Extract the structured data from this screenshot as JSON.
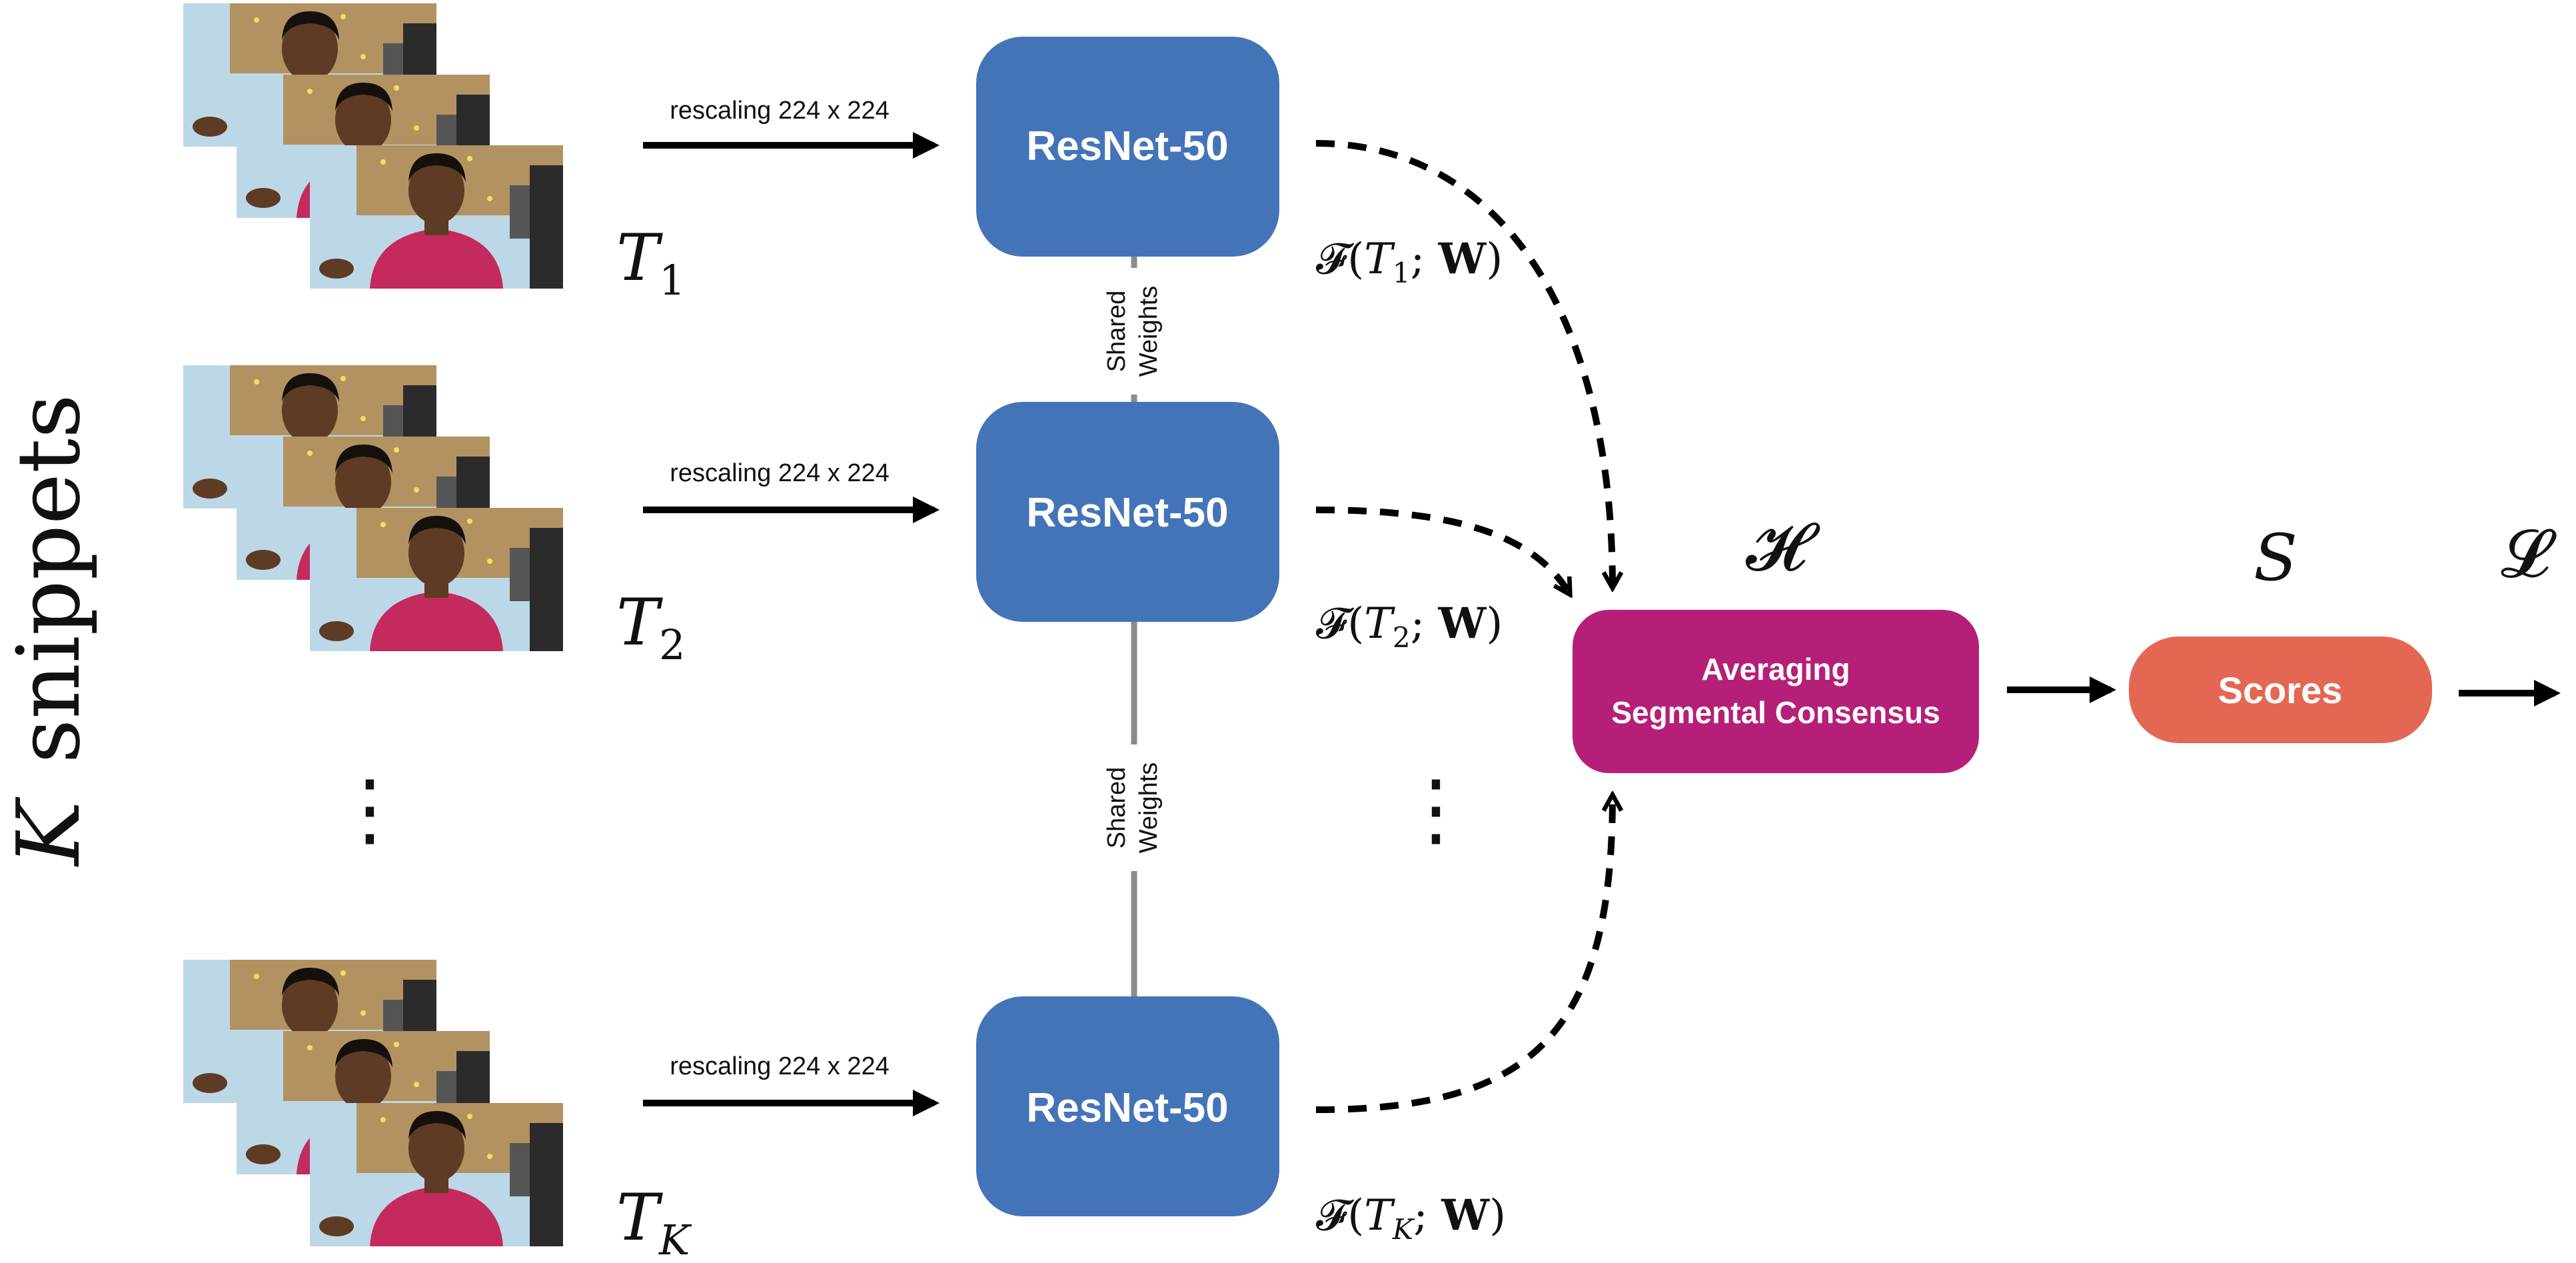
{
  "side_label": {
    "var": "K",
    "text": "snippets"
  },
  "rows": [
    {
      "rescale_label": "rescaling 224 x 224",
      "snippet": "T",
      "snippet_sub": "1",
      "network": "ResNet-50",
      "feature": {
        "fn": "𝓕(",
        "var": "T",
        "sub": "1",
        "rest": "; ",
        "weights": "W",
        "close": ")"
      }
    },
    {
      "rescale_label": "rescaling 224 x 224",
      "snippet": "T",
      "snippet_sub": "2",
      "network": "ResNet-50",
      "feature": {
        "fn": "𝓕(",
        "var": "T",
        "sub": "2",
        "rest": "; ",
        "weights": "W",
        "close": ")"
      }
    },
    {
      "rescale_label": "rescaling 224 x 224",
      "snippet": "T",
      "snippet_sub": "K",
      "network": "ResNet-50",
      "feature": {
        "fn": "𝓕(",
        "var": "T",
        "sub": "K",
        "rest": "; ",
        "weights": "W",
        "close": ")"
      }
    }
  ],
  "shared_weights": {
    "line1": "Shared",
    "line2": "Weights"
  },
  "ellipsis": "⋮",
  "consensus": {
    "symbol": "𝓗",
    "line1": "Averaging",
    "line2": "Segmental Consensus"
  },
  "scores": {
    "symbol": "S",
    "label": "Scores"
  },
  "loss": {
    "symbol": "𝓛"
  },
  "colors": {
    "network_box": "#4474b8",
    "consensus_box": "#b51f78",
    "scores_box": "#e46753",
    "shared_line": "#8c8c8c",
    "frame_wall": "#bcd8e6",
    "frame_board": "#b39262",
    "frame_shirt": "#c42a5e",
    "frame_skin": "#5d3b25"
  },
  "icons": {
    "frame": "video-frame-icon"
  }
}
